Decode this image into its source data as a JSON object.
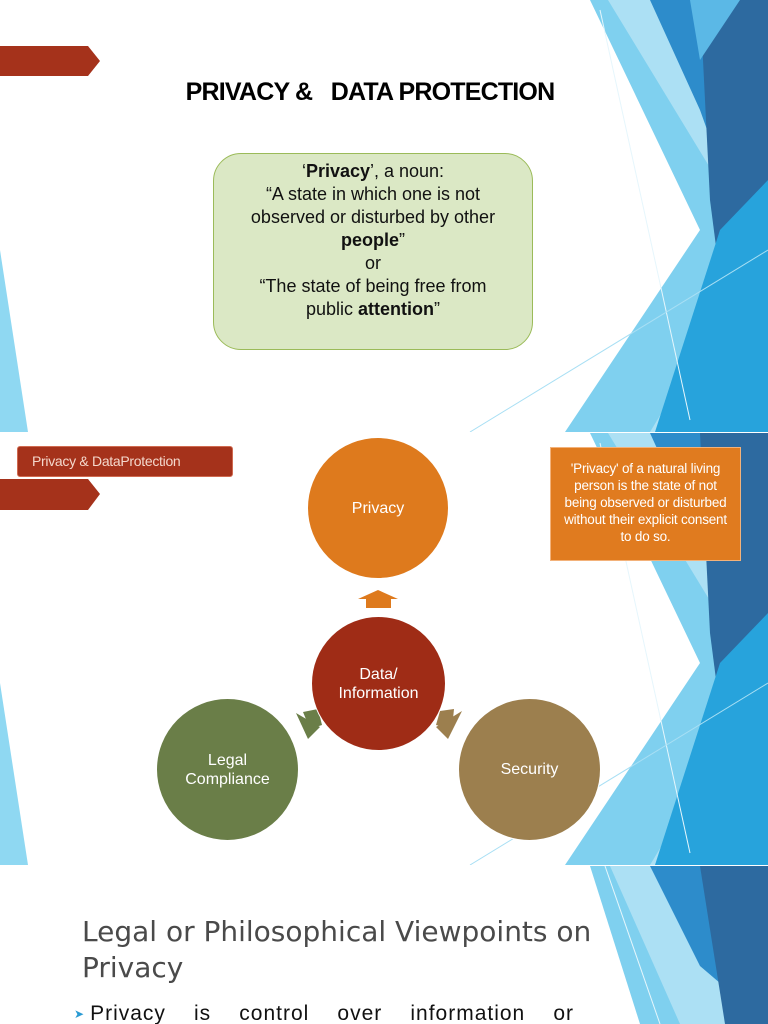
{
  "slide1": {
    "title": "PRIVACY &   DATA PROTECTION",
    "definition": {
      "term": "Privacy",
      "term_suffix": ", a noun:",
      "line1": "“A  state in which one is  not",
      "line2": "observed or  disturbed by other",
      "line3_bold": "people",
      "line3_end": "”",
      "connector": "or",
      "line4": "“The state  of being free from",
      "line5_start": "public ",
      "line5_bold": "attention",
      "line5_end": "”"
    }
  },
  "slide2": {
    "label": "Privacy & DataProtection",
    "note": "'Privacy' of a natural living person is the state of not being observed or disturbed without their explicit consent to do so.",
    "circles": {
      "privacy": "Privacy",
      "data": "Data/ Information",
      "legal": "Legal Compliance",
      "security": "Security"
    }
  },
  "slide3": {
    "title": "Legal or Philosophical Viewpoints on Privacy",
    "bullet": "Privacy is control over information or"
  },
  "colors": {
    "accent_red": "#a5321b",
    "privacy_orange": "#de7a1d",
    "data_red": "#9f2c16",
    "legal_green": "#6a7e48",
    "security_brown": "#9c7f4e",
    "box_green": "#dbe8c5",
    "blue_light": "#7fd0ef",
    "blue_mid": "#2a9ad6",
    "blue_dark": "#2d6aa0"
  }
}
